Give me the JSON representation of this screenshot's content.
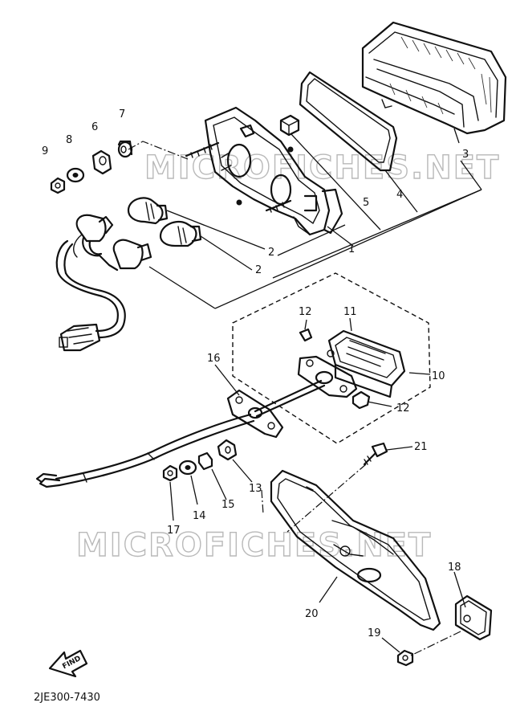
{
  "watermark": "MICROFICHES.NET",
  "diagram_code": "2JE300-7430",
  "find_label": "FIND",
  "callouts": {
    "c1": "1",
    "c2a": "2",
    "c2b": "2",
    "c3": "3",
    "c4": "4",
    "c5": "5",
    "c6": "6",
    "c7": "7",
    "c8": "8",
    "c9": "9",
    "c10": "10",
    "c11": "11",
    "c12a": "12",
    "c12b": "12",
    "c13": "13",
    "c14": "14",
    "c15": "15",
    "c16": "16",
    "c17": "17",
    "c18": "18",
    "c19": "19",
    "c20": "20",
    "c21": "21"
  }
}
